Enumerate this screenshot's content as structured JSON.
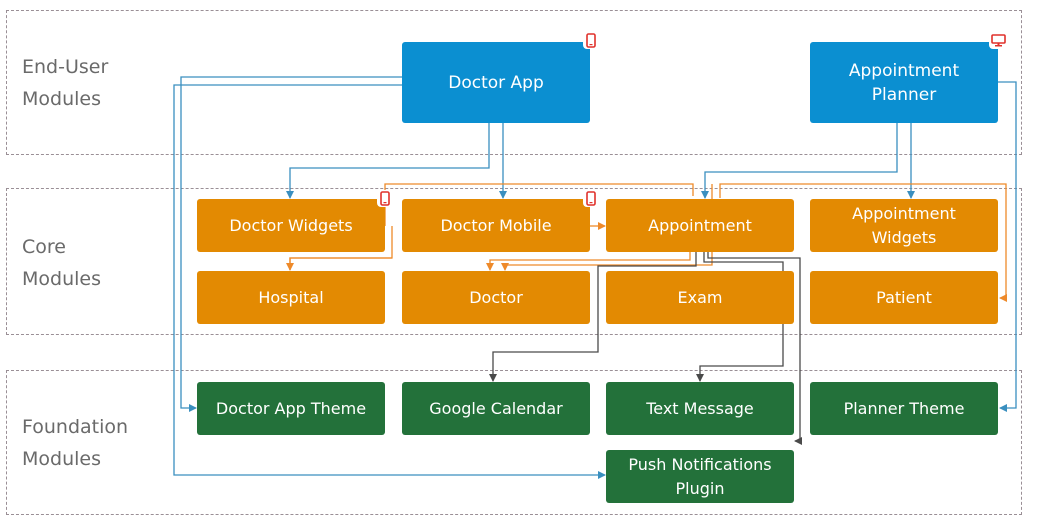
{
  "layers": {
    "end_user": "End-User\nModules",
    "core": "Core\nModules",
    "foundation": "Foundation\nModules"
  },
  "modules": {
    "doctor_app": "Doctor App",
    "appointment_planner": "Appointment Planner",
    "doctor_widgets": "Doctor Widgets",
    "doctor_mobile": "Doctor Mobile",
    "appointment": "Appointment",
    "appointment_widgets": "Appointment\nWidgets",
    "hospital": "Hospital",
    "doctor": "Doctor",
    "exam": "Exam",
    "patient": "Patient",
    "doctor_app_theme": "Doctor App Theme",
    "google_calendar": "Google Calendar",
    "text_message": "Text Message",
    "planner_theme": "Planner Theme",
    "push_notifications_plugin": "Push Notifications\nPlugin"
  },
  "colors": {
    "end_user": "#0b8fd1",
    "core": "#e38a02",
    "foundation": "#23713a",
    "badge": "#e0312b",
    "arrow_blue": "#3a8fbf",
    "arrow_orange": "#ee8a2a",
    "arrow_dark": "#4a4a4a"
  },
  "badges": {
    "doctor_app": "mobile-icon",
    "appointment_planner": "desktop-icon",
    "doctor_widgets": "mobile-icon",
    "doctor_mobile": "mobile-icon"
  }
}
